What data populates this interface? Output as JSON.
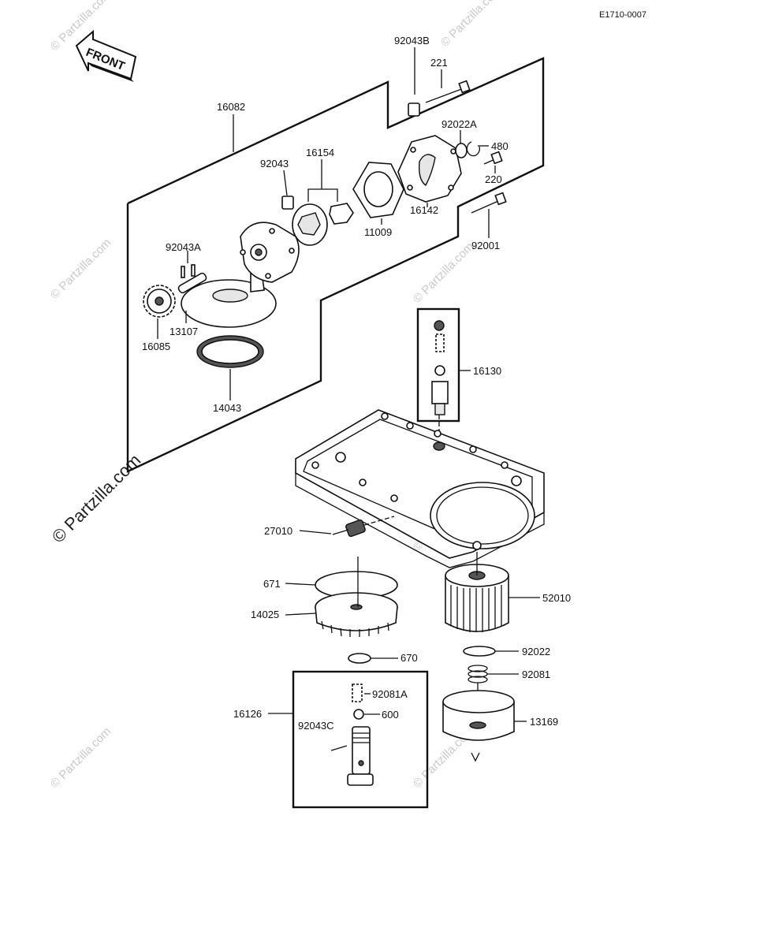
{
  "diagram_code": "E1710-0007",
  "watermark": "© Partzilla.com",
  "front_label": "FRONT",
  "parts": [
    {
      "id": "p-16082",
      "number": "16082"
    },
    {
      "id": "p-92043B",
      "number": "92043B"
    },
    {
      "id": "p-221",
      "number": "221"
    },
    {
      "id": "p-92022A",
      "number": "92022A"
    },
    {
      "id": "p-480",
      "number": "480"
    },
    {
      "id": "p-220",
      "number": "220"
    },
    {
      "id": "p-92043",
      "number": "92043"
    },
    {
      "id": "p-16154",
      "number": "16154"
    },
    {
      "id": "p-11009",
      "number": "11009"
    },
    {
      "id": "p-16142",
      "number": "16142"
    },
    {
      "id": "p-92001",
      "number": "92001"
    },
    {
      "id": "p-92043A",
      "number": "92043A"
    },
    {
      "id": "p-13107",
      "number": "13107"
    },
    {
      "id": "p-16085",
      "number": "16085"
    },
    {
      "id": "p-14043",
      "number": "14043"
    },
    {
      "id": "p-16130",
      "number": "16130"
    },
    {
      "id": "p-27010",
      "number": "27010"
    },
    {
      "id": "p-671",
      "number": "671"
    },
    {
      "id": "p-14025",
      "number": "14025"
    },
    {
      "id": "p-52010",
      "number": "52010"
    },
    {
      "id": "p-670",
      "number": "670"
    },
    {
      "id": "p-92022",
      "number": "92022"
    },
    {
      "id": "p-92081",
      "number": "92081"
    },
    {
      "id": "p-16126",
      "number": "16126"
    },
    {
      "id": "p-92081A",
      "number": "92081A"
    },
    {
      "id": "p-600",
      "number": "600"
    },
    {
      "id": "p-92043C",
      "number": "92043C"
    },
    {
      "id": "p-13169",
      "number": "13169"
    }
  ]
}
